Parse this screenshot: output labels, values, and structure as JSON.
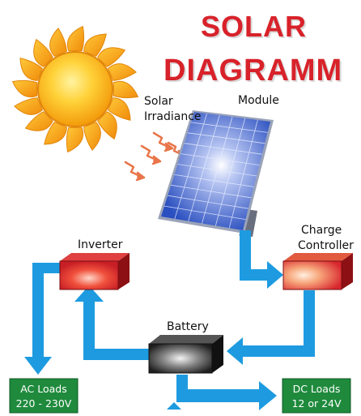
{
  "title": {
    "line1": "SOLAR",
    "line2": "DIAGRAMM"
  },
  "labels": {
    "irradiance": [
      "Solar",
      "Irradiance"
    ],
    "module": "Module",
    "charge_controller": [
      "Charge",
      "Controller"
    ],
    "inverter": "Inverter",
    "battery": "Battery"
  },
  "loads": {
    "ac": [
      "AC Loads",
      "220 - 230V"
    ],
    "dc": [
      "DC Loads",
      "12 or 24V"
    ]
  },
  "colors": {
    "title": "#d8222a",
    "flow_arrow": "#1e9be0",
    "ray_arrow": "#e8764a",
    "sun": "#f5a10f",
    "panel": "#2a4fc0",
    "inverter": "#d8262e",
    "controller": "#e04432",
    "battery": "#2a2a2a",
    "load_box": "#1f8a3c"
  }
}
